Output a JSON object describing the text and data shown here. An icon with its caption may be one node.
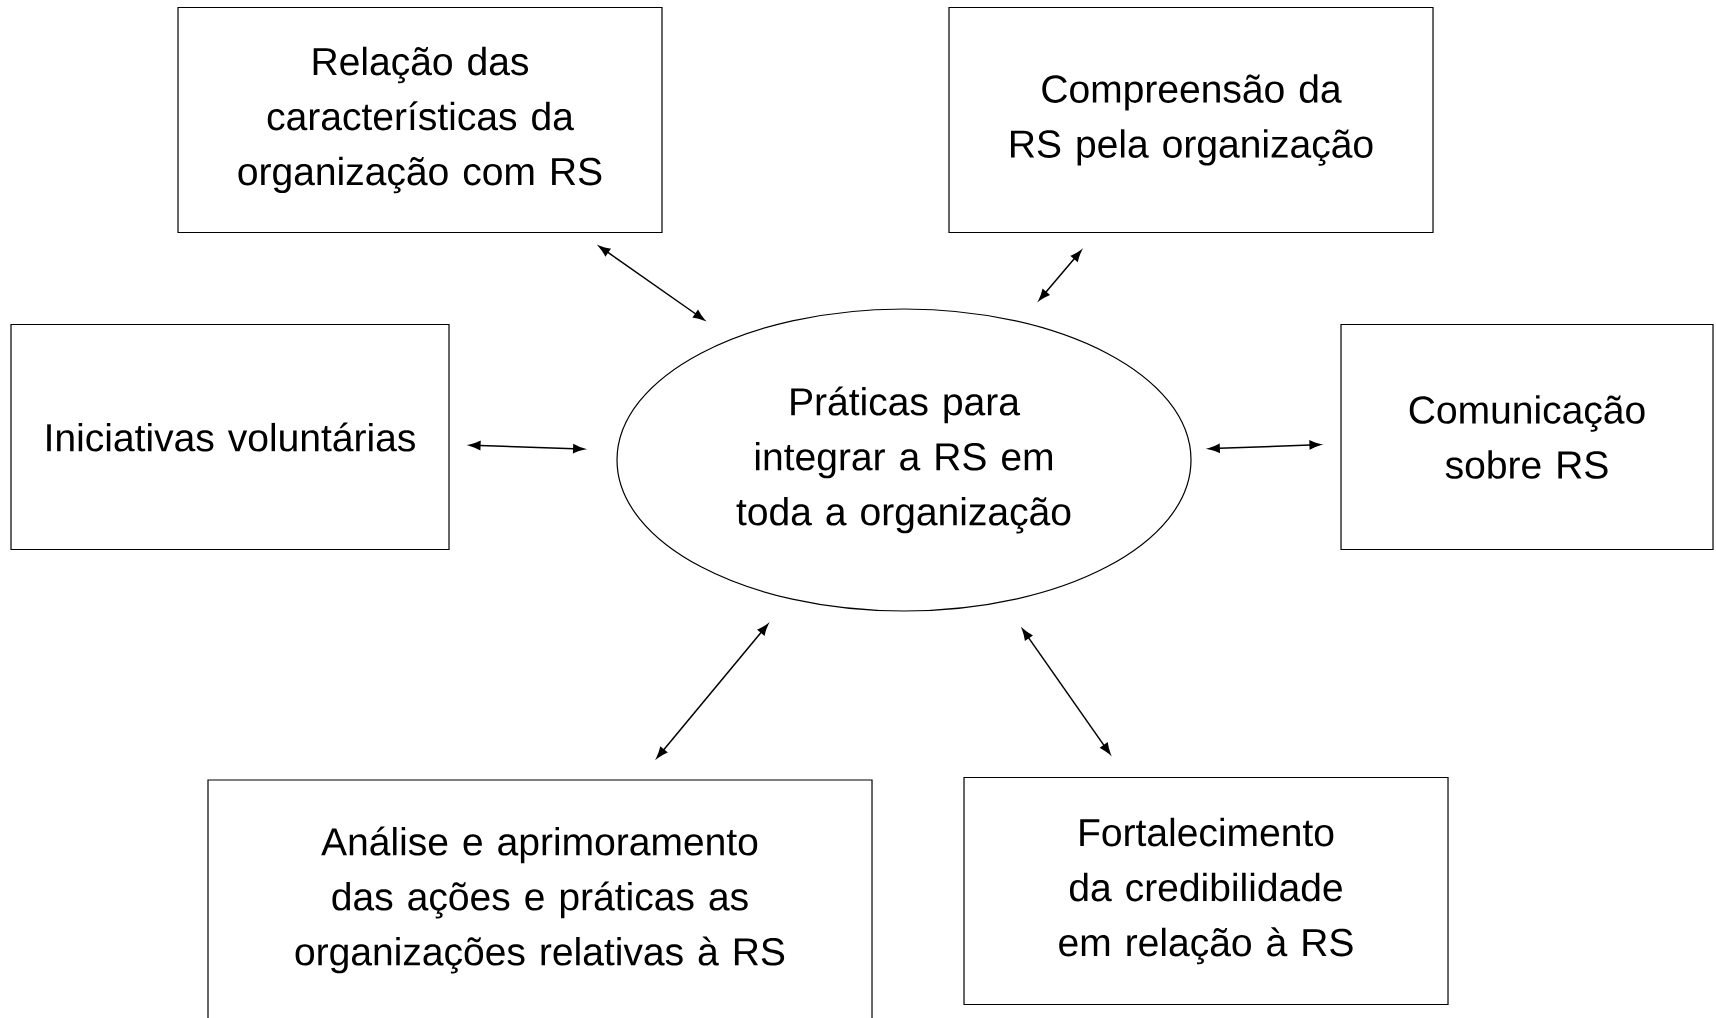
{
  "diagram": {
    "nodes": [
      {
        "text": [
          "Relação das características da organização com RS"
        ]
      },
      {
        "text": [
          "Compreensão da RS pela organização"
        ]
      },
      {
        "text": [
          "Iniciativas voluntárias"
        ]
      },
      {
        "text": [
          "Práticas para integrar a RS em toda a organização"
        ]
      },
      {
        "text": [
          "Comunicação sobre RS"
        ]
      },
      {
        "text": [
          "Análise e aprimoramento das ações e práticas as organizações relativas à RS"
        ]
      },
      {
        "text": [
          "Fortalecimento da credibilidade em relação à RS"
        ]
      }
    ],
    "edges": [
      {
        "from": 3,
        "to": 0,
        "arrow": "both"
      },
      {
        "from": 3,
        "to": 1,
        "arrow": "both"
      },
      {
        "from": 3,
        "to": 2,
        "arrow": "both"
      },
      {
        "from": 3,
        "to": 4,
        "arrow": "both"
      },
      {
        "from": 3,
        "to": 5,
        "arrow": "both"
      },
      {
        "from": 3,
        "to": 6,
        "arrow": "both"
      }
    ]
  }
}
